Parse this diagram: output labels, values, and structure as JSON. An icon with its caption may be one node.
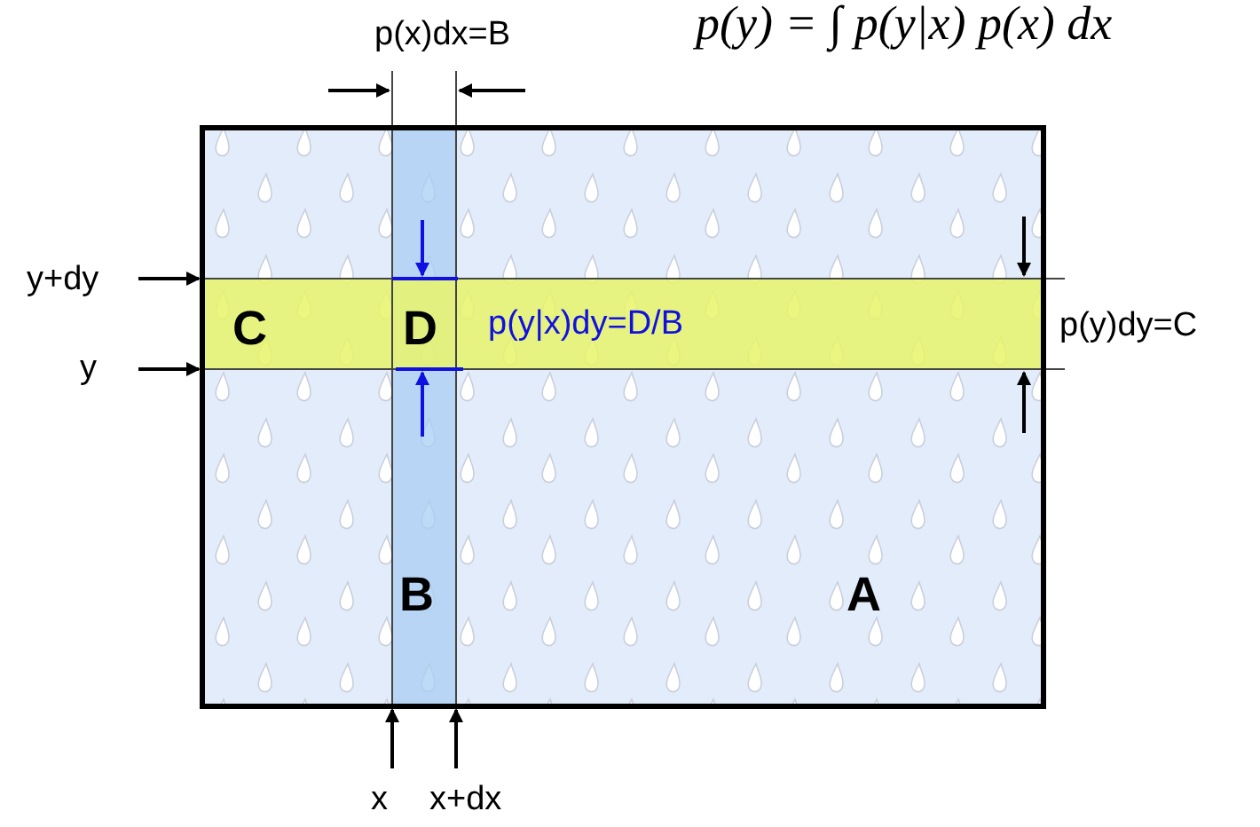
{
  "diagram": {
    "labels": [
      "p(y) = ∫ p(y|x) p(x) dx",
      "p(x)dx=B",
      "y+dy",
      "C",
      "D",
      "p(y|x)dy=D/B",
      "p(y)dy=C",
      "y",
      "B",
      "A",
      "x",
      "x+dx"
    ]
  }
}
